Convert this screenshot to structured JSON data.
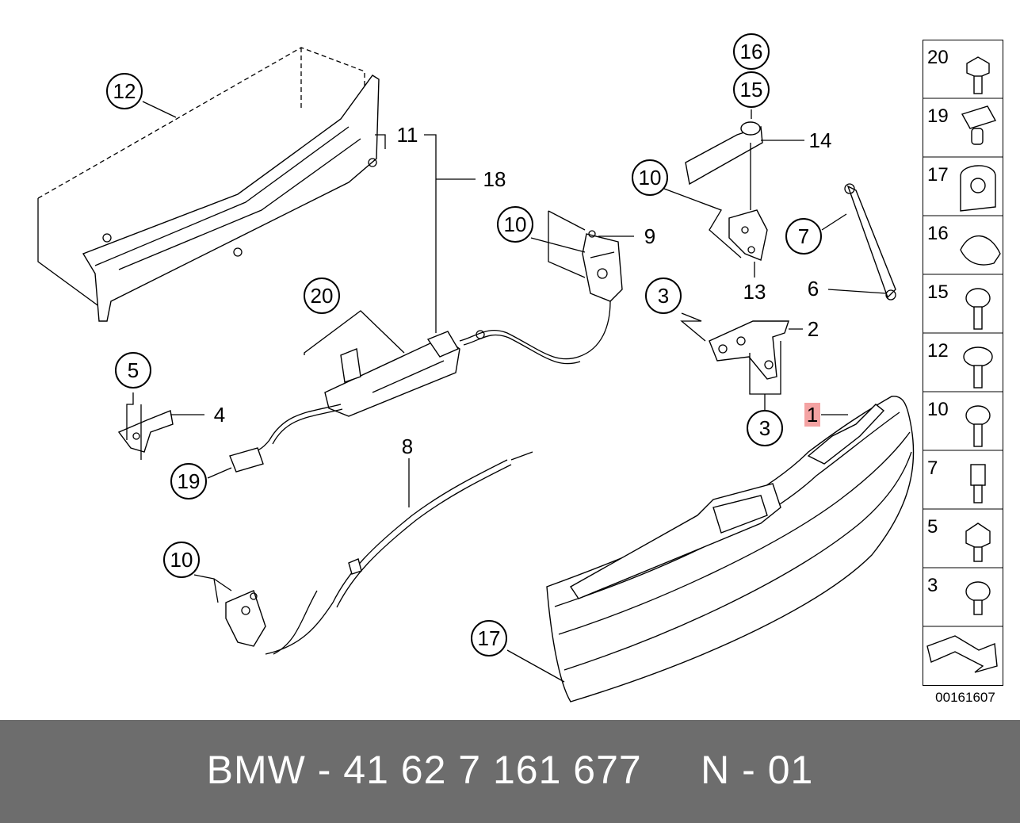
{
  "callouts": [
    {
      "id": "c12a",
      "label": "12"
    },
    {
      "id": "c11",
      "label": "11"
    },
    {
      "id": "c18",
      "label": "18"
    },
    {
      "id": "c10a",
      "label": "10"
    },
    {
      "id": "c9",
      "label": "9"
    },
    {
      "id": "c16",
      "label": "16"
    },
    {
      "id": "c15",
      "label": "15"
    },
    {
      "id": "c14",
      "label": "14"
    },
    {
      "id": "c10b",
      "label": "10"
    },
    {
      "id": "c7",
      "label": "7"
    },
    {
      "id": "c6",
      "label": "6"
    },
    {
      "id": "c13",
      "label": "13"
    },
    {
      "id": "c3a",
      "label": "3"
    },
    {
      "id": "c2",
      "label": "2"
    },
    {
      "id": "c3b",
      "label": "3"
    },
    {
      "id": "c1",
      "label": "1"
    },
    {
      "id": "c20",
      "label": "20"
    },
    {
      "id": "c5",
      "label": "5"
    },
    {
      "id": "c4",
      "label": "4"
    },
    {
      "id": "c19",
      "label": "19"
    },
    {
      "id": "c8",
      "label": "8"
    },
    {
      "id": "c10c",
      "label": "10"
    },
    {
      "id": "c17",
      "label": "17"
    }
  ],
  "legend": [
    {
      "label": "20",
      "icon": "hex-bolt-icon"
    },
    {
      "label": "19",
      "icon": "clip-nut-icon"
    },
    {
      "label": "17",
      "icon": "cap-icon"
    },
    {
      "label": "16",
      "icon": "cover-icon"
    },
    {
      "label": "15",
      "icon": "screw-icon"
    },
    {
      "label": "12",
      "icon": "washer-screw-icon"
    },
    {
      "label": "10",
      "icon": "torx-screw-icon"
    },
    {
      "label": "7",
      "icon": "pin-bolt-icon"
    },
    {
      "label": "5",
      "icon": "hex-collar-bolt-icon"
    },
    {
      "label": "3",
      "icon": "short-screw-icon"
    }
  ],
  "legend_footer_icon": "arrow-icon",
  "document_number": "00161607",
  "footer_text": "BMW - 41 62 7 161 677     N - 01",
  "highlight_color": "#f4a3a3"
}
